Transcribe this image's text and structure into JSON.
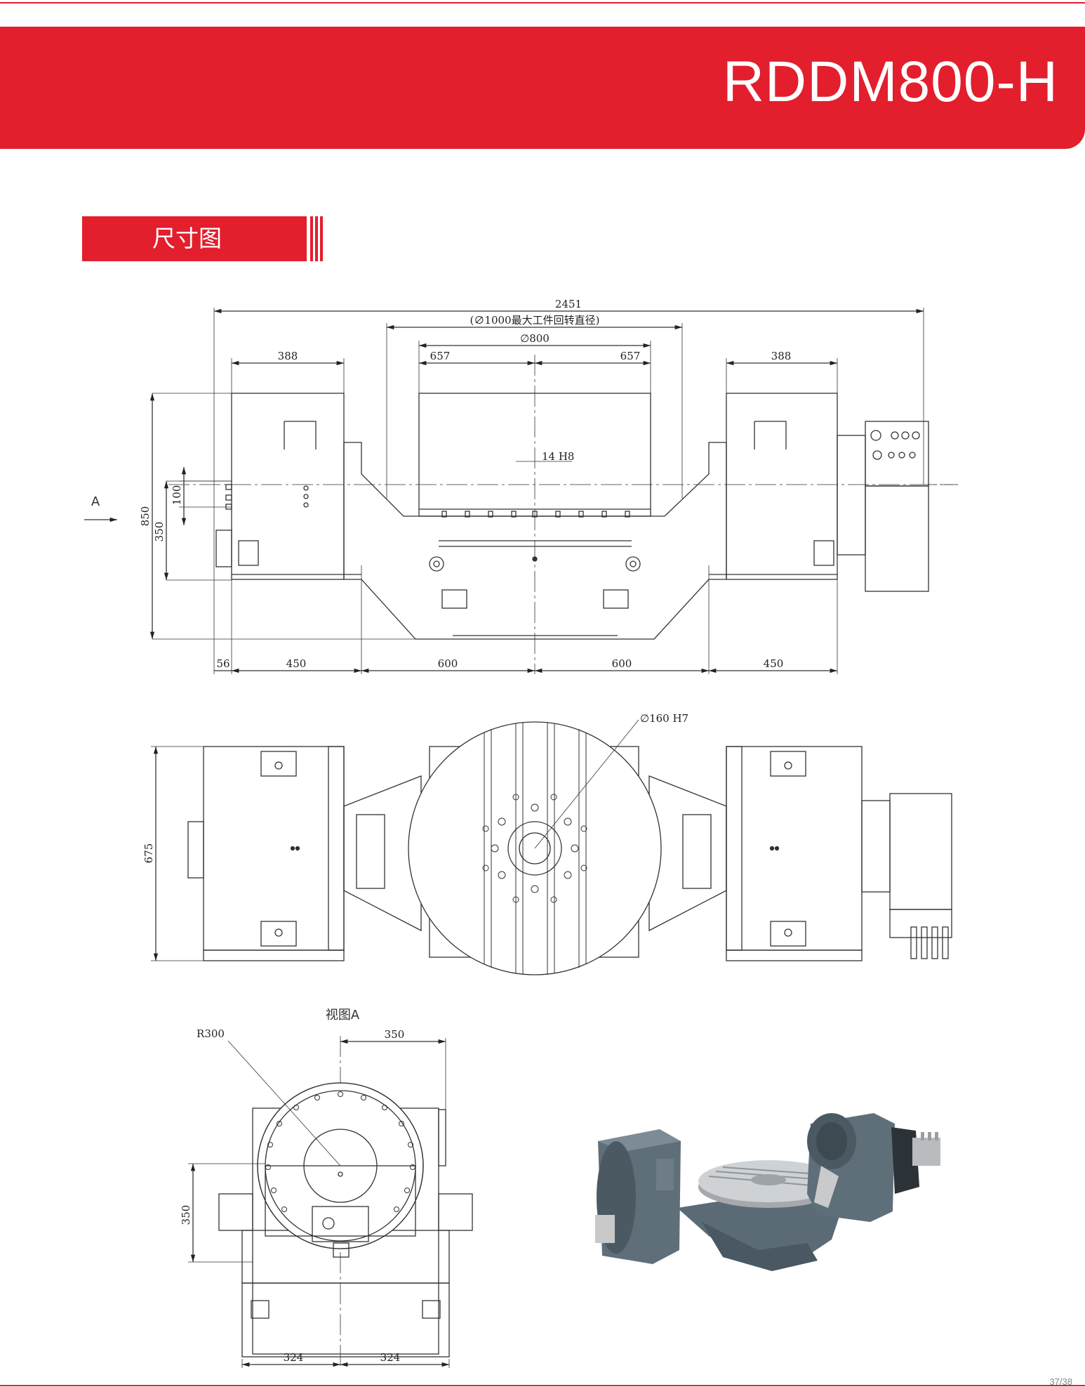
{
  "header": {
    "model": "RDDM800-H"
  },
  "section": {
    "title": "尺寸图"
  },
  "front_view": {
    "overall_width": "2451",
    "max_swing": "(∅1000最大工件回转直径)",
    "table_dia": "∅800",
    "side_left": "388",
    "side_right": "388",
    "half_left": "657",
    "half_right": "657",
    "slot": "14 H8",
    "arrow_label": "A",
    "height_total": "850",
    "height_axis": "350",
    "height_small": "100",
    "bottom_56": "56",
    "bottom_450_left": "450",
    "bottom_600_left": "600",
    "bottom_600_right": "600",
    "bottom_450_right": "450"
  },
  "top_view": {
    "bore": "∅160 H7",
    "depth": "675"
  },
  "view_a": {
    "title": "视图A",
    "radius": "R300",
    "half_width": "350",
    "axis_height": "350",
    "base_left": "324",
    "base_right": "324"
  },
  "footer": {
    "page": "37/38"
  },
  "colors": {
    "accent": "#e31e2d",
    "body": "#5d6d78",
    "table": "#b9bcbf"
  }
}
